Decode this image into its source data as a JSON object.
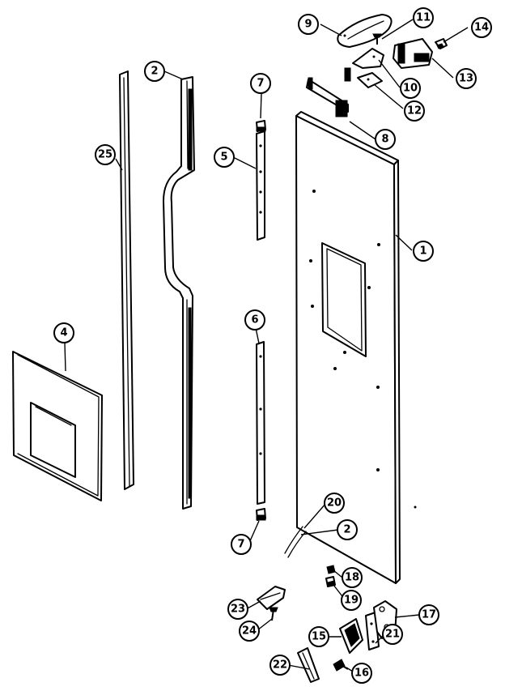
{
  "callouts": [
    {
      "id": "1",
      "label": "1"
    },
    {
      "id": "2a",
      "label": "2"
    },
    {
      "id": "2b",
      "label": "2"
    },
    {
      "id": "4",
      "label": "4"
    },
    {
      "id": "5",
      "label": "5"
    },
    {
      "id": "6",
      "label": "6"
    },
    {
      "id": "7a",
      "label": "7"
    },
    {
      "id": "7b",
      "label": "7"
    },
    {
      "id": "8",
      "label": "8"
    },
    {
      "id": "9",
      "label": "9"
    },
    {
      "id": "10",
      "label": "10"
    },
    {
      "id": "11",
      "label": "11"
    },
    {
      "id": "12",
      "label": "12"
    },
    {
      "id": "13",
      "label": "13"
    },
    {
      "id": "14",
      "label": "14"
    },
    {
      "id": "15",
      "label": "15"
    },
    {
      "id": "16",
      "label": "16"
    },
    {
      "id": "17",
      "label": "17"
    },
    {
      "id": "18",
      "label": "18"
    },
    {
      "id": "19",
      "label": "19"
    },
    {
      "id": "20",
      "label": "20"
    },
    {
      "id": "21",
      "label": "21"
    },
    {
      "id": "22",
      "label": "22"
    },
    {
      "id": "23",
      "label": "23"
    },
    {
      "id": "24",
      "label": "24"
    },
    {
      "id": "25",
      "label": "25"
    }
  ]
}
